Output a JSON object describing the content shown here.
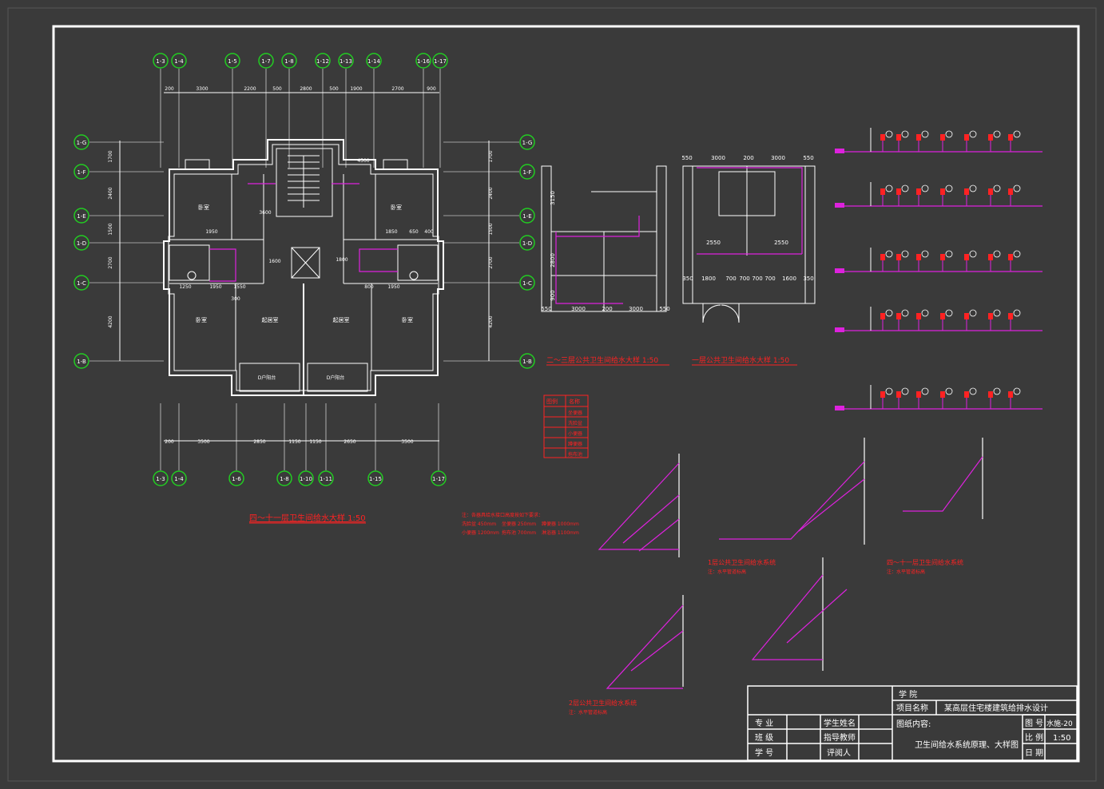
{
  "colors": {
    "background": "#3a3a3a",
    "line": "#ffffff",
    "grid_bubble": "#22cc22",
    "pipe": "#dd22dd",
    "label_red": "#ff2222",
    "cyan": "#22cccc",
    "yellow": "#dddd22"
  },
  "plan": {
    "top_axes": [
      "1-3",
      "1-4",
      "1-5",
      "1-7",
      "1-8",
      "1-12",
      "1-13",
      "1-14",
      "1-16",
      "1-17"
    ],
    "top_dims": [
      "200",
      "3300",
      "2200",
      "500",
      "2800",
      "500",
      "1900",
      "2700",
      "900"
    ],
    "bottom_axes": [
      "1-3",
      "1-4",
      "1-6",
      "1-8",
      "1-10",
      "1-11",
      "1-15",
      "1-17"
    ],
    "bottom_dims": [
      "200",
      "3500",
      "2850",
      "1150",
      "1150",
      "2650",
      "3500"
    ],
    "left_axes": [
      "1-G",
      "1-F",
      "1-E",
      "1-D",
      "1-C",
      "1-B"
    ],
    "right_axes": [
      "1-G",
      "1-F",
      "1-E",
      "1-D",
      "1-C",
      "1-B"
    ],
    "side_dims": [
      "1700",
      "2400",
      "1500",
      "2700",
      "4200"
    ],
    "rooms": [
      "卧室",
      "卧室",
      "卧室",
      "起居室",
      "起居室",
      "卧室"
    ],
    "balconies": [
      "D户阳台",
      "D户阳台"
    ],
    "inner_dims": [
      "1950",
      "1250",
      "1950",
      "1550",
      "1850",
      "1950",
      "650",
      "400",
      "800",
      "3600",
      "1600",
      "1800",
      "4500",
      "300"
    ],
    "caption": "四～十一层卫生间给水大样 1:50"
  },
  "toilet_plans": {
    "mid_dims_top": [
      "550",
      "3000",
      "200",
      "3000",
      "550"
    ],
    "mid_dims_bottom": [
      "350",
      "1800",
      "700",
      "700",
      "700",
      "700",
      "1600",
      "350"
    ],
    "left_dims_bottom": [
      "550",
      "3000",
      "200",
      "3000",
      "550"
    ],
    "left_side_dims": [
      "3150",
      "2800",
      "900"
    ],
    "right_side_dims": [
      "2550",
      "2550"
    ],
    "caption_left": "二～三层公共卫生间给水大样 1:50",
    "caption_right": "一层公共卫生间给水大样 1:50"
  },
  "legend": {
    "header": [
      "图例",
      "名称"
    ],
    "rows": [
      "坐便器",
      "洗脸盆",
      "小便器",
      "蹲便器",
      "拖布池"
    ]
  },
  "notes": {
    "title": "注：各器具给水接口高度按如下要求：",
    "lines": [
      "洗脸盆 450mm",
      "坐便器 250mm",
      "蹲便器 1000mm",
      "小便器 1200mm",
      "拖布池 700mm",
      "淋浴器 1100mm"
    ]
  },
  "iso_captions": {
    "c1": "1层公共卫生间给水系统",
    "c1_sub": "注：水平管道标高",
    "c2": "四～十一层卫生间给水系统",
    "c2_sub": "注：水平管道标高",
    "c3": "2层公共卫生间给水系统",
    "c3_sub": "注：水平管道标高"
  },
  "title_block": {
    "school": "学 院",
    "project_label": "项目名称",
    "project_name": "某高层住宅楼建筑给排水设计",
    "content_label": "图纸内容:",
    "content": "卫生间给水系统原理、大样图",
    "rows": [
      {
        "label": "专  业",
        "role": "学生姓名"
      },
      {
        "label": "班  级",
        "role": "指导教师"
      },
      {
        "label": "学  号",
        "role": "评阅人"
      }
    ],
    "drawing_no_label": "图 号",
    "drawing_no": "水施-20",
    "scale_label": "比 例",
    "scale": "1:50",
    "date_label": "日 期"
  }
}
